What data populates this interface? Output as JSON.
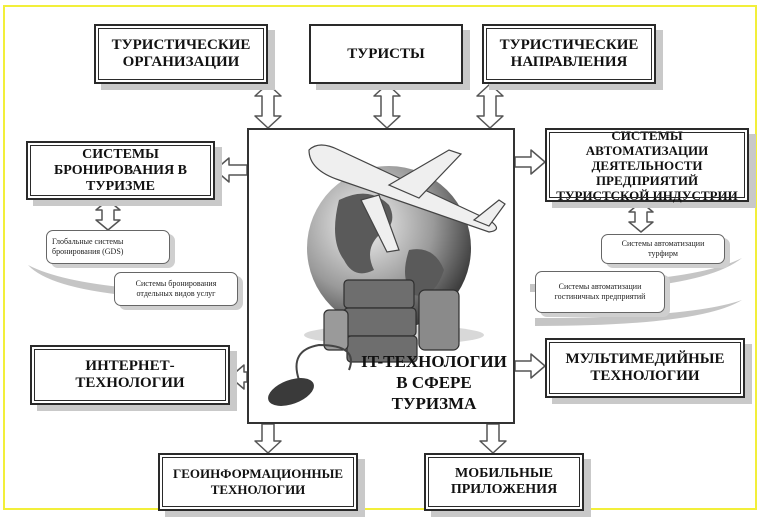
{
  "center": {
    "title": "IT-ТЕХНОЛОГИИ В СФЕРЕ ТУРИЗМА"
  },
  "boxes": {
    "tour_orgs": "ТУРИСТИЧЕСКИЕ ОРГАНИЗАЦИИ",
    "tourists": "ТУРИСТЫ",
    "tour_destinations": "ТУРИСТИЧЕСКИЕ НАПРАВЛЕНИЯ",
    "booking_systems": "СИСТЕМЫ БРОНИРОВАНИЯ В ТУРИЗМЕ",
    "automation_systems": "СИСТЕМЫ АВТОМАТИЗАЦИИ ДЕЯТЕЛЬНОСТИ ПРЕДПРИЯТИЙ ТУРИСТСКОЙ ИНДУСТРИИ",
    "internet_tech": "ИНТЕРНЕТ-ТЕХНОЛОГИИ",
    "multimedia_tech": "МУЛЬТИМЕДИЙНЫЕ ТЕХНОЛОГИИ",
    "geoinfo_tech": "ГЕОИНФОРМАЦИОННЫЕ ТЕХНОЛОГИИ",
    "mobile_apps": "МОБИЛЬНЫЕ ПРИЛОЖЕНИЯ"
  },
  "sub": {
    "gds": "Глобальные системы бронирования (GDS)",
    "separate_booking": "Системы бронирования отдельных видов услуг",
    "tourfirm_automation": "Системы автоматизации турфирм",
    "hotel_automation": "Системы автоматизации гостиничных предприятий"
  }
}
